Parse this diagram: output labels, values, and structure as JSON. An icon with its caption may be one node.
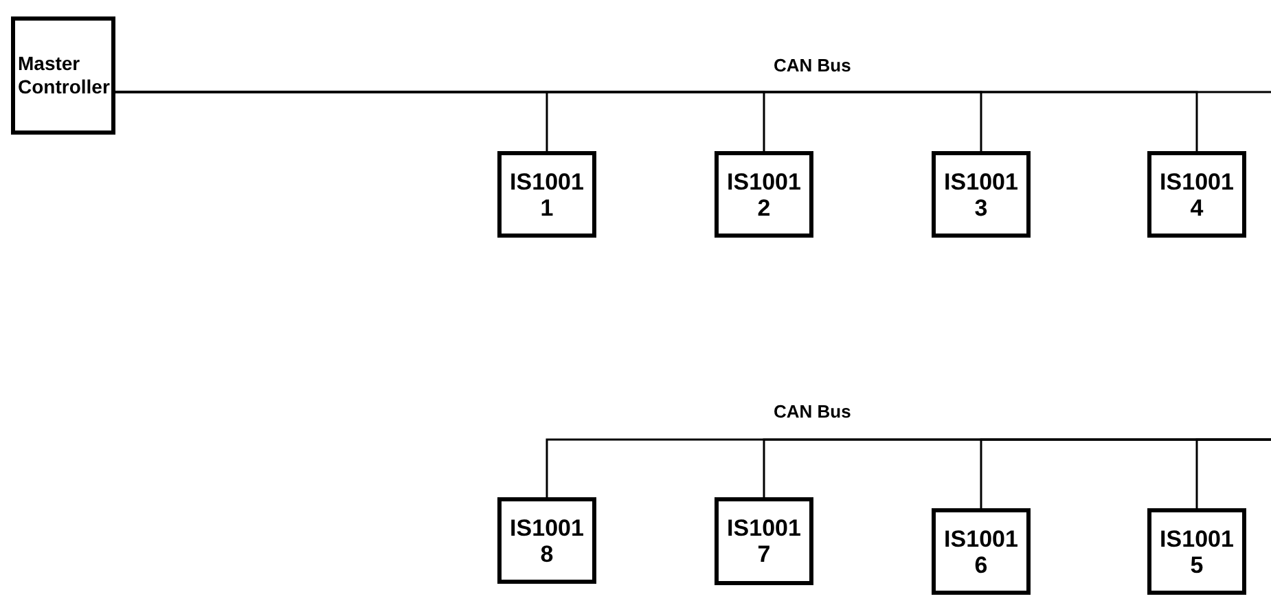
{
  "diagram": {
    "nodes": [
      {
        "text": [
          "Master Controller"
        ]
      },
      {
        "text": [
          "IS1001 1"
        ]
      },
      {
        "text": [
          "IS1001 2"
        ]
      },
      {
        "text": [
          "IS1001 3"
        ]
      },
      {
        "text": [
          "IS1001 4"
        ]
      },
      {
        "text": [
          "IS1001 8"
        ]
      },
      {
        "text": [
          "IS1001 7"
        ]
      },
      {
        "text": [
          "IS1001 6"
        ]
      },
      {
        "text": [
          "IS1001 5"
        ]
      }
    ],
    "edges": [
      {
        "from": 0,
        "to": 1,
        "arrow": "none"
      },
      {
        "from": 0,
        "to": 2,
        "arrow": "none"
      },
      {
        "from": 0,
        "to": 3,
        "arrow": "none"
      },
      {
        "from": 0,
        "to": 4,
        "arrow": "none"
      },
      {
        "from": 0,
        "to": null,
        "arrow": "none"
      },
      {
        "from": null,
        "to": 5,
        "arrow": "none"
      },
      {
        "from": null,
        "to": 6,
        "arrow": "none"
      },
      {
        "from": null,
        "to": 7,
        "arrow": "none"
      },
      {
        "from": null,
        "to": 8,
        "arrow": "none"
      }
    ],
    "labels": [
      "CAN Bus",
      "CAN Bus"
    ]
  }
}
